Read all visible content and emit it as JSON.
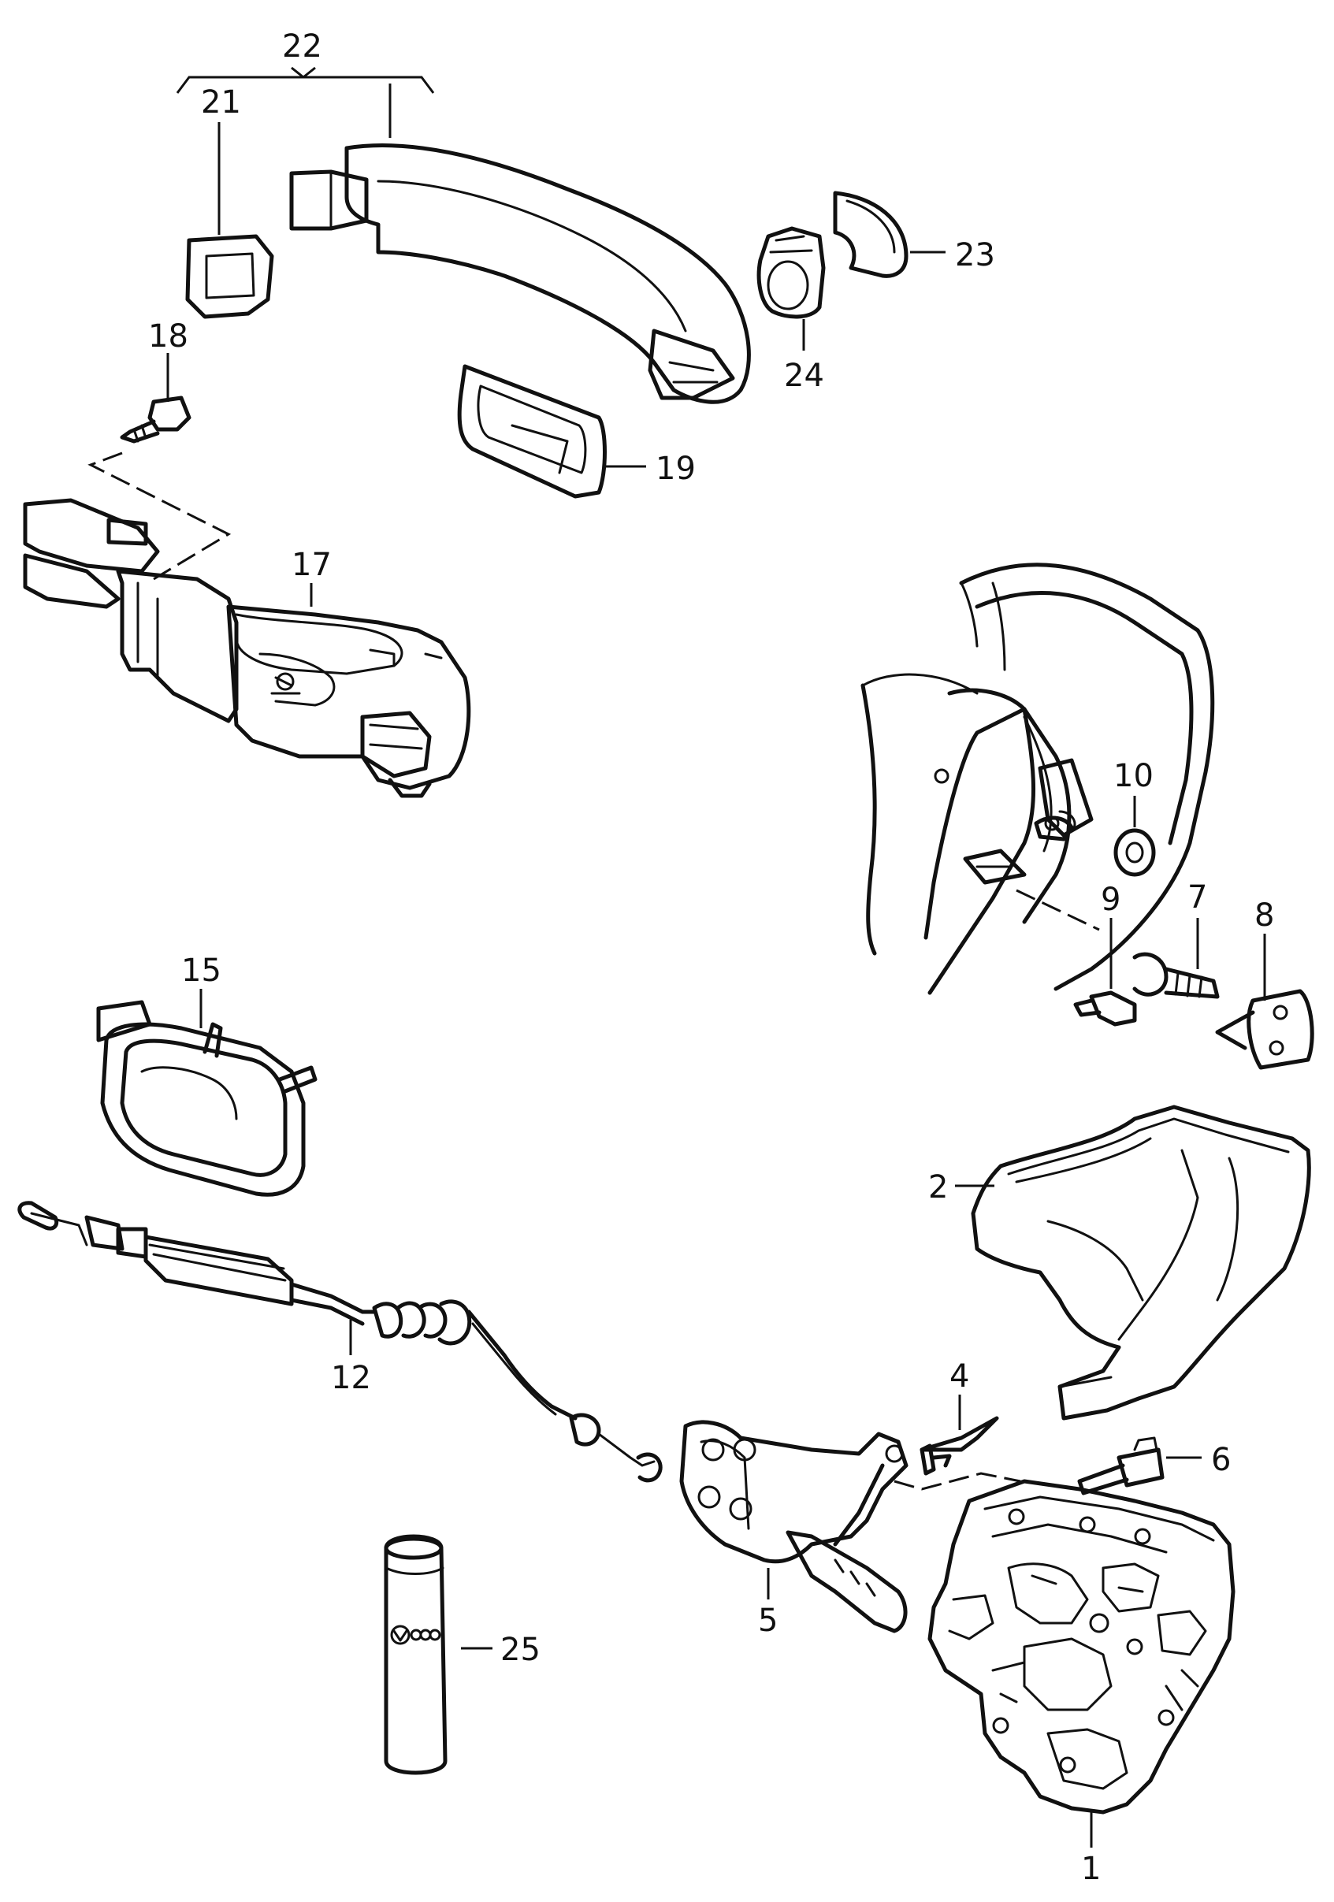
{
  "colors": {
    "ink": "#111111",
    "paper": "#ffffff"
  },
  "callouts": {
    "c1": "1",
    "c2": "2",
    "c4": "4",
    "c5": "5",
    "c6": "6",
    "c7": "7",
    "c8": "8",
    "c9": "9",
    "c10": "10",
    "c12": "12",
    "c15": "15",
    "c17": "17",
    "c18": "18",
    "c19": "19",
    "c21": "21",
    "c22": "22",
    "c23": "23",
    "c24": "24",
    "c25": "25"
  }
}
